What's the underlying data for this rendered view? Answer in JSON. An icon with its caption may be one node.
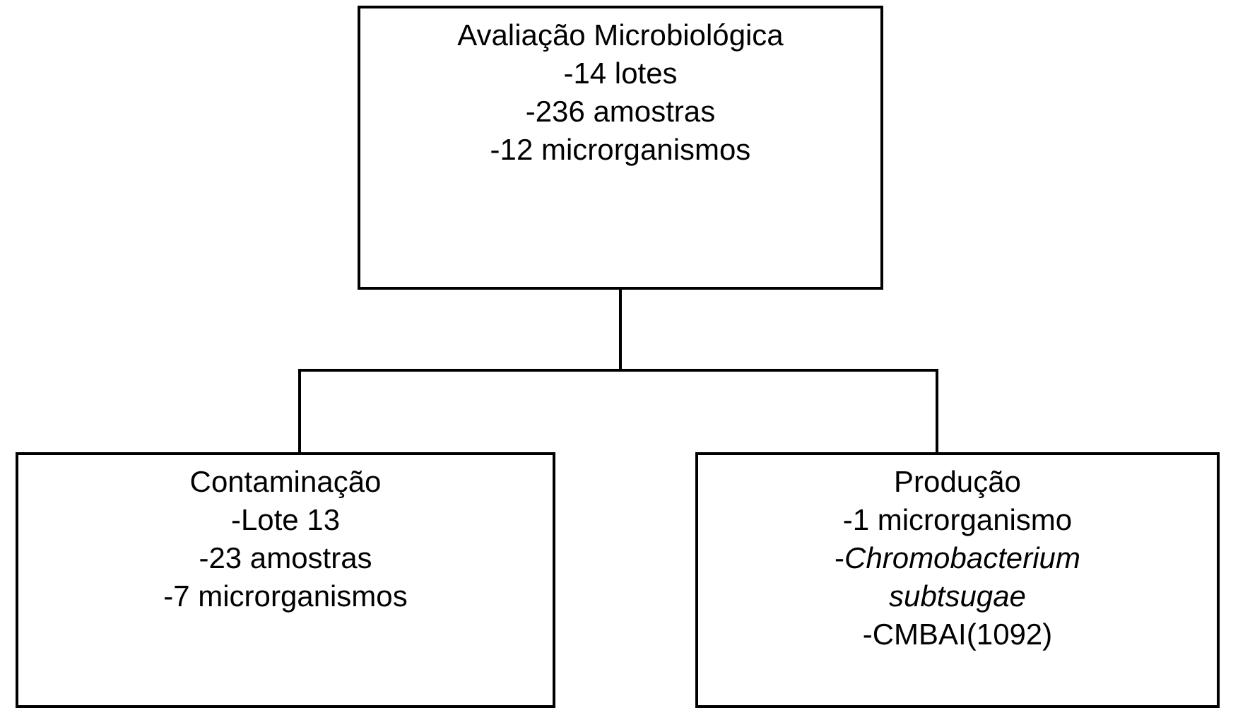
{
  "diagram": {
    "nodes": [
      {
        "text": [
          "Avaliação Microbiológica",
          "-14 lotes",
          "-236 amostras",
          "-12 microrganismos"
        ]
      },
      {
        "text": [
          "Contaminação",
          "-Lote 13",
          "-23 amostras",
          "-7 microrganismos"
        ]
      },
      {
        "text": [
          "Produção",
          "-1 microrganismo",
          "-*Chromobacterium subtsugae*",
          "-CMBAI(1092)"
        ]
      }
    ],
    "edges": [
      {
        "from": 0,
        "to": 1,
        "arrow": "none"
      },
      {
        "from": 0,
        "to": 2,
        "arrow": "none"
      }
    ]
  }
}
